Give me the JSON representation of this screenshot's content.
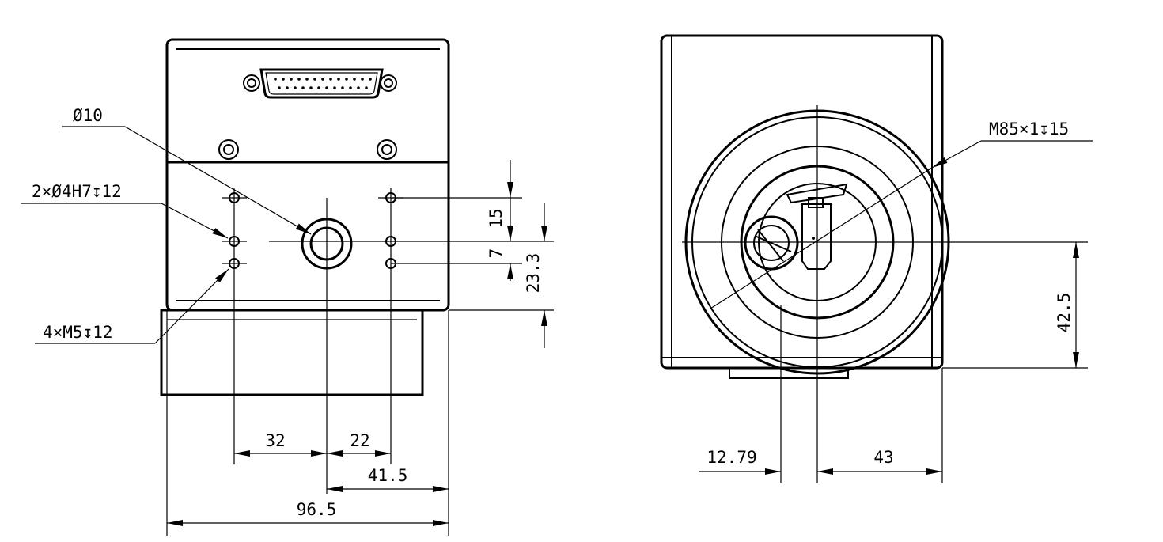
{
  "labels": {
    "phi10": "Ø10",
    "dowel_holes": "2×Ø4H7↧12",
    "mount_holes": "4×M5↧12",
    "lens_thread": "M85×1↧15"
  },
  "dims": {
    "d15": "15",
    "d7": "7",
    "d23_3": "23.3",
    "d32": "32",
    "d22": "22",
    "d41_5": "41.5",
    "d96_5": "96.5",
    "d42_5": "42.5",
    "d12_79": "12.79",
    "d43": "43"
  }
}
